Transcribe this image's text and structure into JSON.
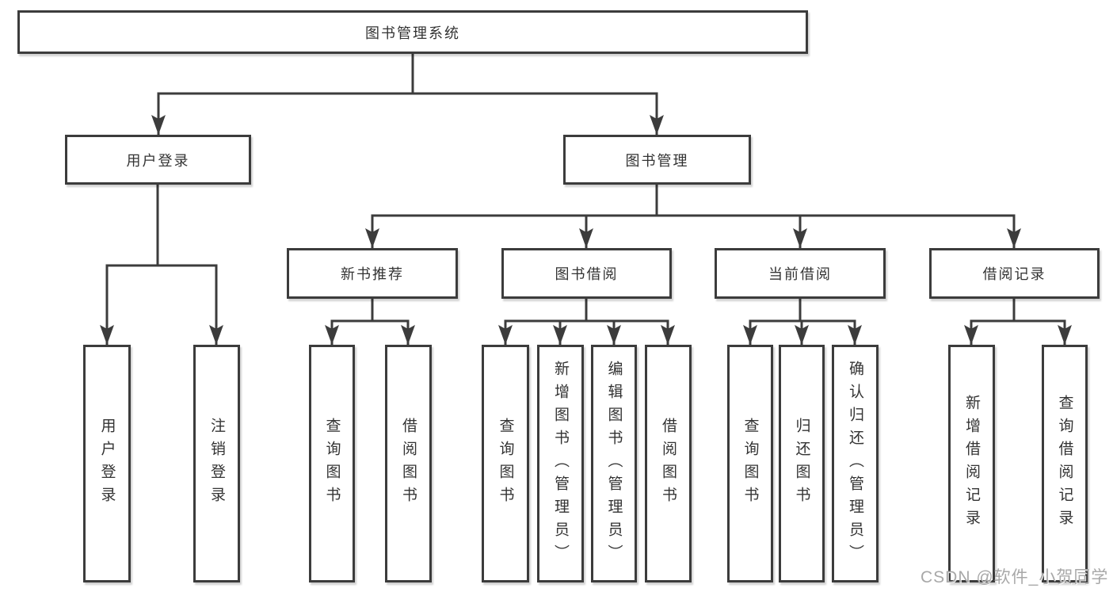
{
  "diagram": {
    "title": "图书管理系统",
    "level2": {
      "user_login": "用户登录",
      "book_management": "图书管理"
    },
    "level3": {
      "new_book_recommend": "新书推荐",
      "book_borrow": "图书借阅",
      "current_borrow": "当前借阅",
      "borrow_records": "借阅记录"
    },
    "leaves": {
      "user_login": [
        "用户登录",
        "注销登录"
      ],
      "new_book_recommend": [
        "查询图书",
        "借阅图书"
      ],
      "book_borrow": [
        "查询图书",
        "新增图书（管理员）",
        "编辑图书（管理员）",
        "借阅图书"
      ],
      "current_borrow": [
        "查询图书",
        "归还图书",
        "确认归还（管理员）"
      ],
      "borrow_records": [
        "新增借阅记录",
        "查询借阅记录"
      ]
    }
  },
  "watermark": "CSDN @软件_小贺同学",
  "colors": {
    "line": "#3c3c3c",
    "text": "#333333",
    "watermark": "#a8a8a8",
    "background": "#ffffff"
  }
}
